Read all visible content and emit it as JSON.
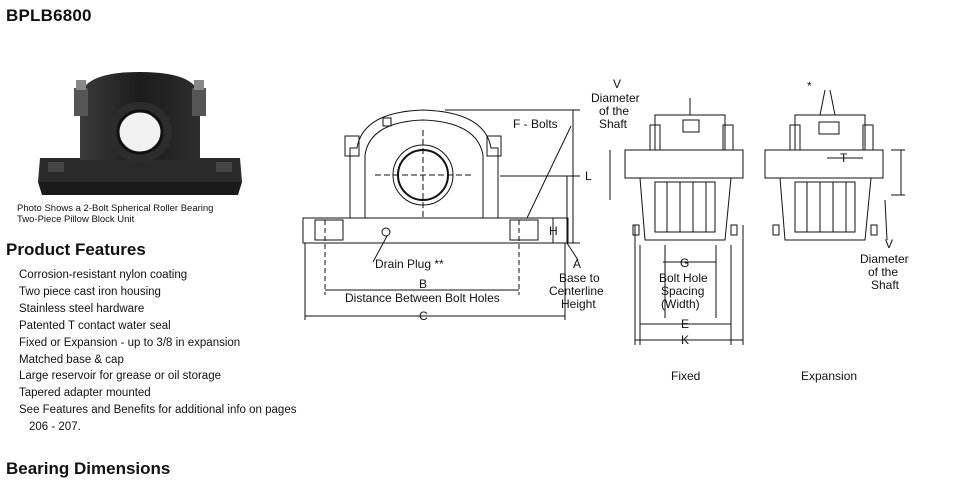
{
  "title": "BPLB6800",
  "photo_caption": {
    "line1": "Photo Shows a 2-Bolt Spherical Roller Bearing",
    "line2": "Two-Piece Pillow Block Unit"
  },
  "product_features": {
    "heading": "Product Features",
    "items": [
      "Corrosion-resistant nylon coating",
      "Two piece cast iron housing",
      "Stainless steel hardware",
      "Patented T contact water seal",
      "Fixed or Expansion - up to 3/8 in expansion",
      "Matched base & cap",
      "Large reservoir for grease or oil storage",
      "Tapered adapter mounted",
      "See Features and Benefits for additional info on pages"
    ],
    "continuation": "206 - 207."
  },
  "bearing_dimensions": {
    "heading": "Bearing Dimensions"
  },
  "diagram": {
    "f_bolts": "F - Bolts",
    "l": "L",
    "h": "H",
    "a": "A",
    "a_desc": [
      "Base to",
      "Centerline",
      "Height"
    ],
    "drain_plug": "Drain Plug **",
    "b": "B",
    "b_desc": "Distance Between Bolt Holes",
    "c": "C",
    "v": "V",
    "v_desc": [
      "Diameter",
      "of the",
      "Shaft"
    ],
    "g": "G",
    "g_desc": [
      "Bolt Hole",
      "Spacing",
      "(Width)"
    ],
    "e": "E",
    "k": "K",
    "t": "T",
    "star": "*",
    "fixed_label": "Fixed",
    "expansion_label": "Expansion"
  }
}
